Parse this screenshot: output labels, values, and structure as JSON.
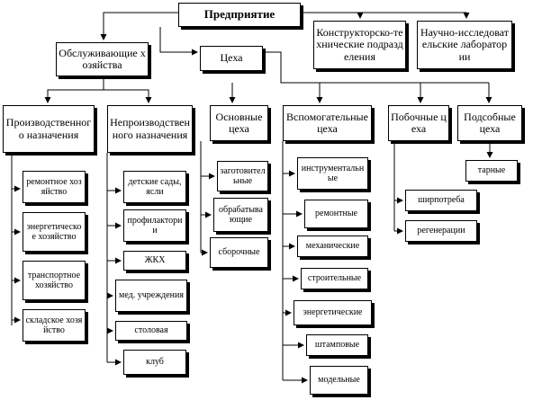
{
  "root": "Предприятие",
  "units": {
    "ob": "Обслуживающие хозяйства",
    "kt": "Конструкторско-технические подразделения",
    "nl": "Научно-исследовательские лаборатории",
    "ce": "Цеха",
    "pn": "Производственного назначения",
    "np": "Непроизводственного назначения",
    "os": "Основные цеха",
    "vs": "Вспомогательные цеха",
    "pb": "Побочные цеха",
    "pd": "Подсобные цеха"
  },
  "leaves": {
    "pn1": "ремонтное хозяйство",
    "pn2": "энергетическое хозяйство",
    "pn3": "транспортное хозяйство",
    "pn4": "складское хозяйство",
    "np1": "детские сады, ясли",
    "np2": "профилактории",
    "np3": "ЖКХ",
    "np4": "мед. учреждения",
    "np5": "столовая",
    "np6": "клуб",
    "os1": "заготовительные",
    "os2": "обрабатывающие",
    "os3": "сборочные",
    "vs1": "инструментальные",
    "vs2": "ремонтные",
    "vs3": "механические",
    "vs4": "строительные",
    "vs5": "энергетические",
    "vs6": "штамповые",
    "vs7": "модельные",
    "pb1": "ширпотреба",
    "pb2": "регенерации",
    "pd1": "тарные"
  }
}
